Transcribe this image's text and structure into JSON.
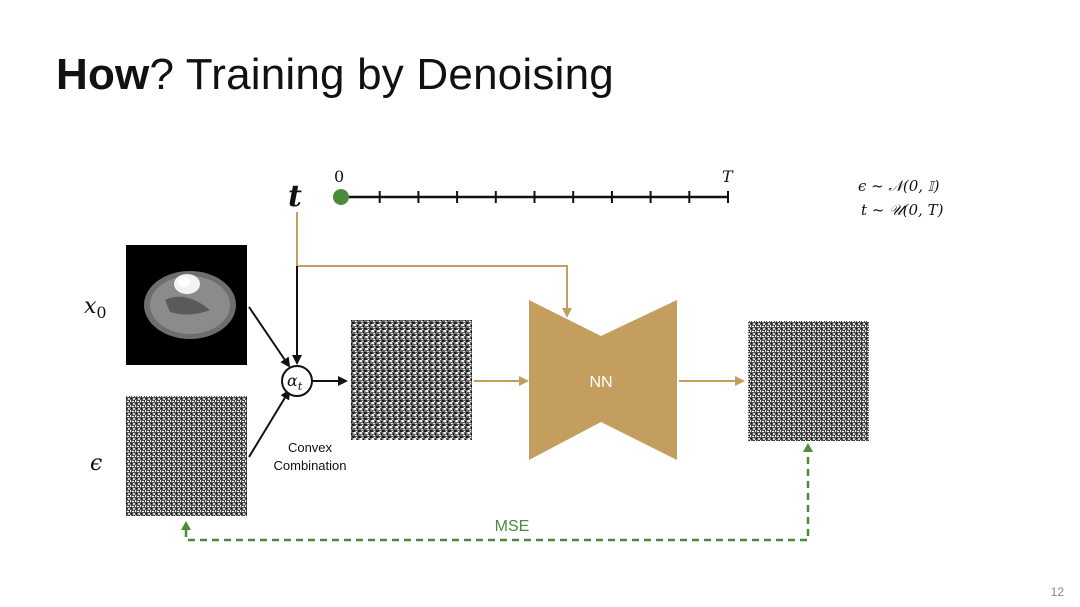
{
  "title": {
    "bold": "How",
    "rest": "?  Training by Denoising"
  },
  "page_number": "12",
  "timeline": {
    "start_label": "0",
    "end_label": "T",
    "ticks": 10
  },
  "labels": {
    "t": "t",
    "x0": "x",
    "x0_sub": "0",
    "epsilon": "ϵ",
    "alpha": "α",
    "alpha_sub": "t",
    "convex_line1": "Convex",
    "convex_line2": "Combination",
    "nn": "NN",
    "mse": "MSE"
  },
  "distributions": {
    "line1": "ϵ ~ 𝒩(0, 𝕀)",
    "line2": "t ~ 𝒰(0, T)"
  },
  "colors": {
    "accent_gold": "#C39E5F",
    "accent_green": "#4C8B3A",
    "black": "#111111"
  }
}
